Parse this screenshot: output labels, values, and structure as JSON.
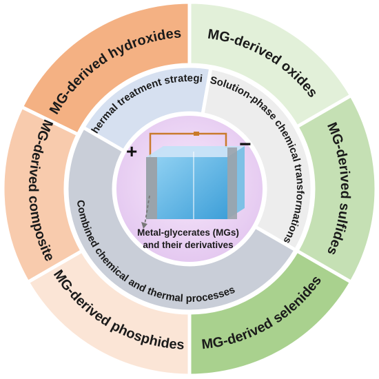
{
  "outer_ring": {
    "segments": [
      {
        "label": "MG-derived hydroxides",
        "fill": "#F4B183"
      },
      {
        "label": "MG-derived oxides",
        "fill": "#E2F0D9"
      },
      {
        "label": "MG-derived sulfides",
        "fill": "#C5E0B4"
      },
      {
        "label": "MG-derived selenides",
        "fill": "#A9D18E"
      },
      {
        "label": "MG-derived phosphides",
        "fill": "#FBE5D6"
      },
      {
        "label": "MG-derived composites",
        "fill": "#F8CBAD"
      }
    ]
  },
  "inner_ring": {
    "segments": [
      {
        "label": "Thermal treatment strategies",
        "fill": "#D6E0F0"
      },
      {
        "label": "Solution-phase chemical transformations",
        "fill": "#EDEDED"
      },
      {
        "label": "Combined chemical and thermal processes",
        "fill": "#C9CED8"
      }
    ]
  },
  "center": {
    "line1": "Metal-glycerates (MGs)",
    "line2": "and their derivatives",
    "plus_sign": "+",
    "minus_sign": "−"
  },
  "colors": {
    "ring_border": "#ffffff",
    "center_fill": "#E4C8F0",
    "battery_liquid": "#5FB8E8",
    "battery_frame": "#9AA3AB",
    "wire": "#C97A2B"
  }
}
